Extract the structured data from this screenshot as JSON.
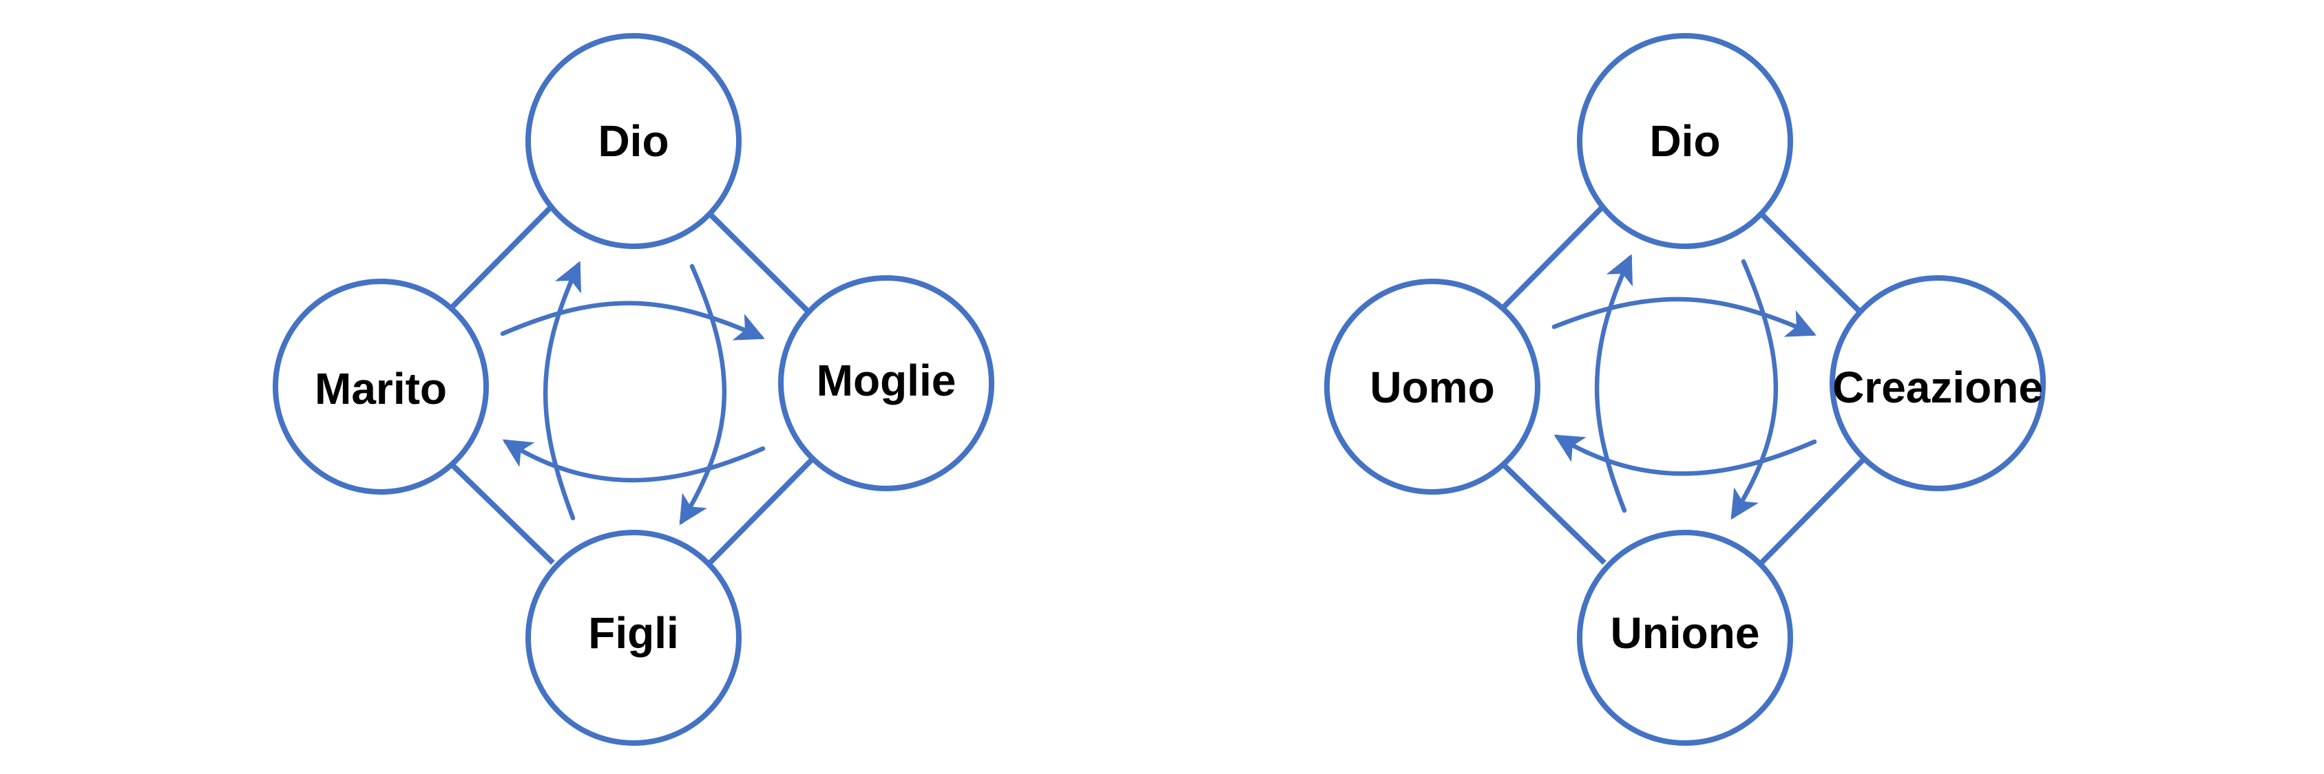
{
  "colors": {
    "stroke": "#4472c4",
    "text": "#000000",
    "background": "#ffffff"
  },
  "diagrams": [
    {
      "nodes": {
        "top": "Dio",
        "left": "Marito",
        "right": "Moglie",
        "bottom": "Figli"
      }
    },
    {
      "nodes": {
        "top": "Dio",
        "left": "Uomo",
        "right": "Creazione",
        "bottom": "Unione"
      }
    }
  ]
}
